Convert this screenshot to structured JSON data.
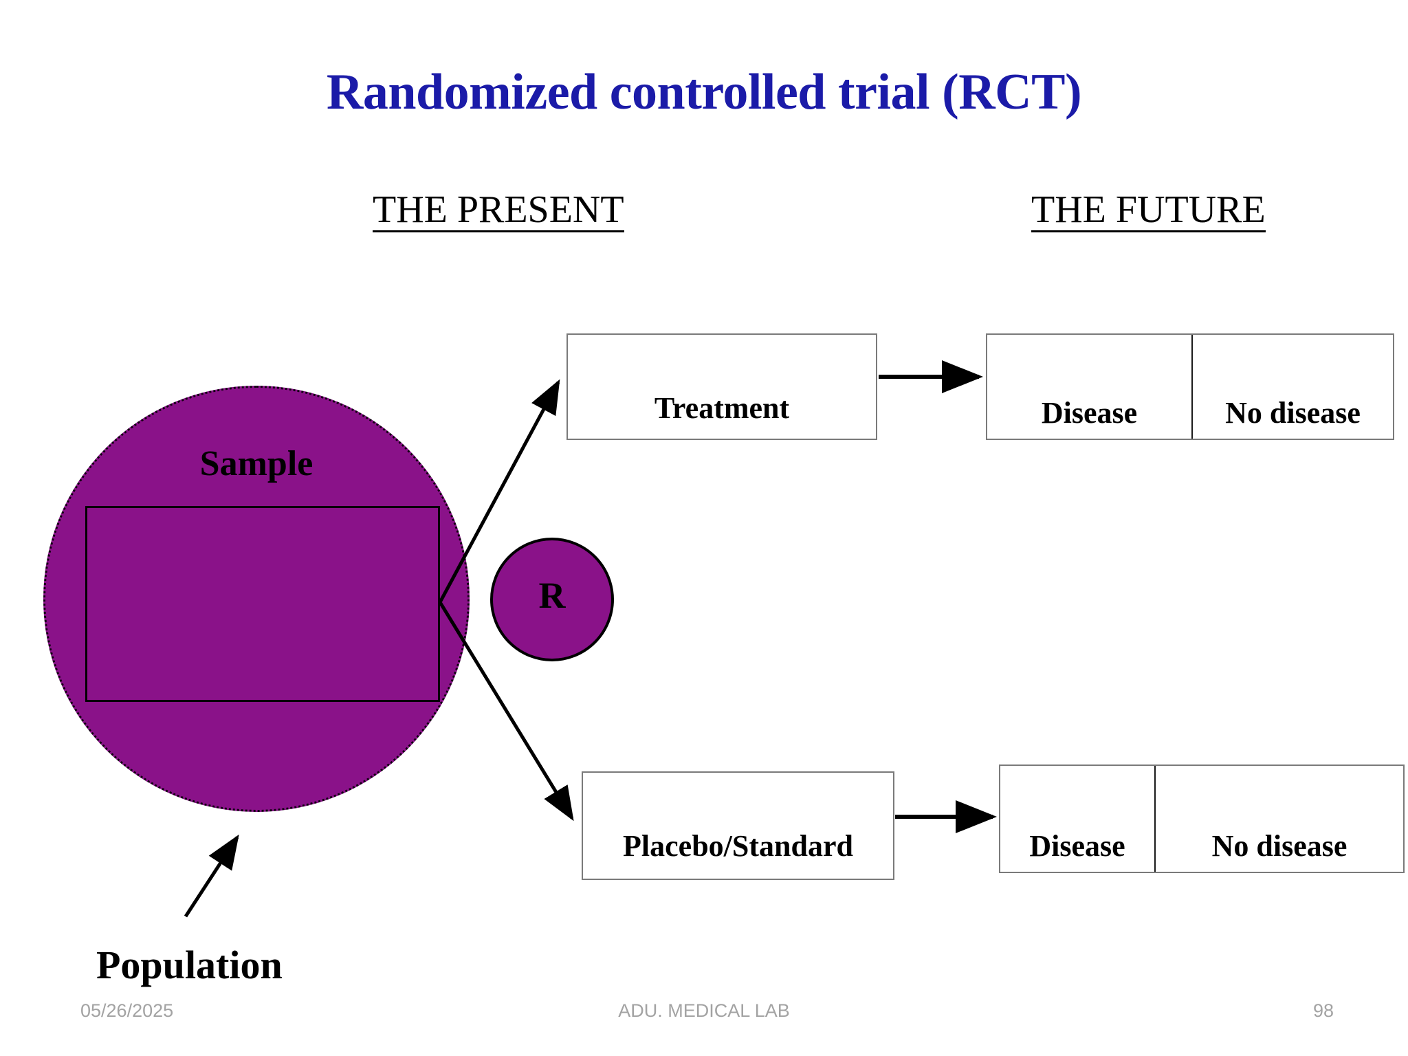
{
  "slide": {
    "title": "Randomized controlled trial (RCT)",
    "title_color": "#1B1BA8",
    "accent_purple": "#8A1289",
    "background": "#ffffff"
  },
  "headings": {
    "present": "THE PRESENT",
    "future": "THE FUTURE"
  },
  "population": {
    "circle_label": "Sample",
    "caption": "Population",
    "randomize_label": "R"
  },
  "arms": [
    {
      "id": "treatment",
      "label": "Treatment"
    },
    {
      "id": "placebo",
      "label": "Placebo/Standard"
    }
  ],
  "outcomes": {
    "top": {
      "disease": "Disease",
      "no_disease": "No disease"
    },
    "bottom": {
      "disease": "Disease",
      "no_disease": "No disease"
    }
  },
  "footer": {
    "date": "05/26/2025",
    "center": "ADU. MEDICAL LAB",
    "page": "98"
  }
}
